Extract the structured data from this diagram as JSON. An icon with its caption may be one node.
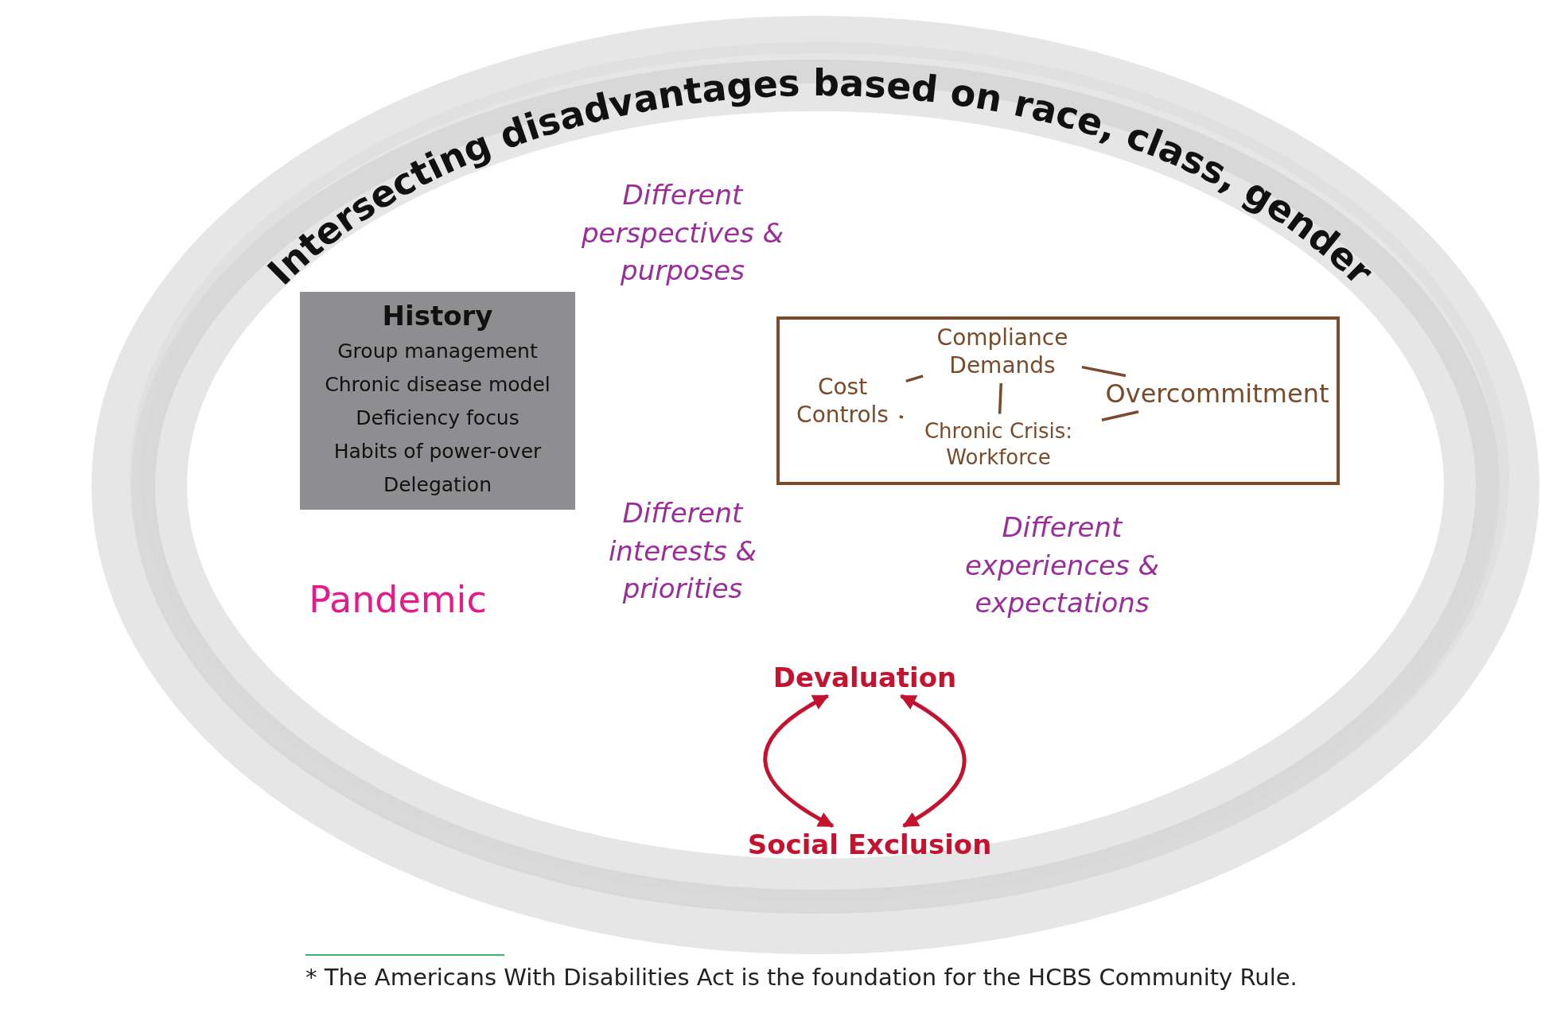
{
  "diagram": {
    "title": "Intersecting disadvantages based on race, class, gender",
    "caption": "* The Americans With Disabilities Act is the foundation for the HCBS Community Rule.",
    "nodes": [
      {
        "text": [
          "History",
          "Group management",
          "Chronic disease model",
          "Deficiency focus",
          "Habits of power-over",
          "Delegation"
        ]
      },
      {
        "text": [],
        "shape": "box"
      },
      {
        "text": [
          "Compliance Demands"
        ],
        "in": 1
      },
      {
        "text": [
          "Cost Controls"
        ],
        "in": 1
      },
      {
        "text": [
          "Chronic Crisis: Workforce"
        ],
        "in": 1
      },
      {
        "text": [
          "Overcommitment"
        ],
        "in": 1
      },
      {
        "text": [
          "Devaluation"
        ]
      },
      {
        "text": [
          "Social Exclusion"
        ]
      }
    ],
    "edges": [
      {
        "from": 3,
        "to": 2,
        "arrow": "none"
      },
      {
        "from": 2,
        "to": 4,
        "arrow": "none"
      },
      {
        "from": 3,
        "to": 4,
        "arrow": "none"
      },
      {
        "from": 2,
        "to": 5,
        "arrow": "none"
      },
      {
        "from": 4,
        "to": 5,
        "arrow": "none"
      },
      {
        "from": 7,
        "to": 6,
        "arrow": "both",
        "color": "#c4122f"
      },
      {
        "from": 6,
        "to": 7,
        "arrow": "both",
        "color": "#c4122f"
      }
    ],
    "labels": [
      "Different perspectives & purposes",
      "Pandemic",
      "Different interests & priorities",
      "Different experiences & expectations"
    ]
  }
}
